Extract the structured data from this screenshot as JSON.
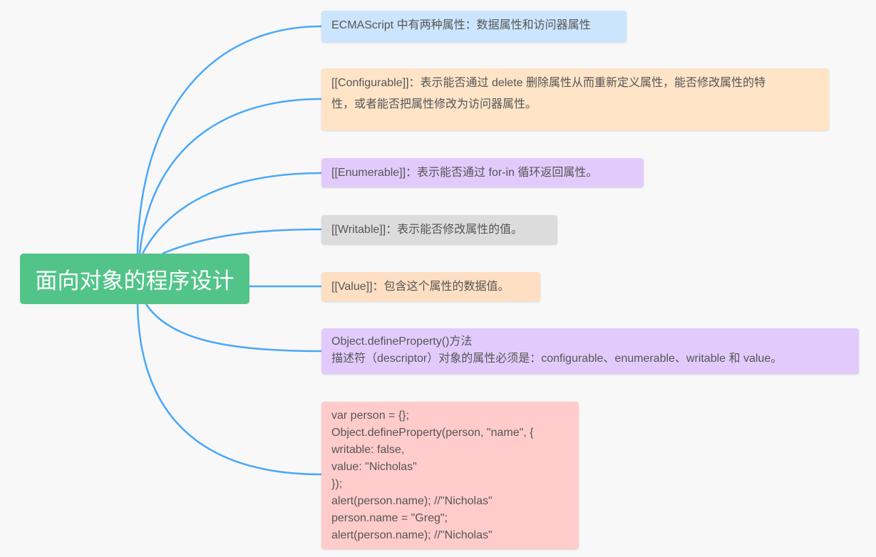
{
  "root": {
    "label": "面向对象的程序设计",
    "color": "#52c48a"
  },
  "link_color": "#4aa8f8",
  "nodes": [
    {
      "lines": [
        "ECMAScript 中有两种属性：数据属性和访问器属性"
      ],
      "color": "#cce5ff"
    },
    {
      "lines": [
        "[[Configurable]]：表示能否通过 delete 删除属性从而重新定义属性，能否修改属性的特",
        "性，或者能否把属性修改为访问器属性。"
      ],
      "color": "#ffe4c8"
    },
    {
      "lines": [
        "[[Enumerable]]：表示能否通过 for-in 循环返回属性。"
      ],
      "color": "#e2cbfc"
    },
    {
      "lines": [
        "[[Writable]]：表示能否修改属性的值。"
      ],
      "color": "#dcdcdc"
    },
    {
      "lines": [
        "[[Value]]：包含这个属性的数据值。"
      ],
      "color": "#ffdfc4"
    },
    {
      "lines": [
        "Object.defineProperty()方法",
        "描述符（descriptor）对象的属性必须是：configurable、enumerable、writable 和 value。"
      ],
      "color": "#e2cbfc"
    },
    {
      "lines": [
        "var person = {};",
        "Object.defineProperty(person, \"name\", {",
        "writable: false,",
        "value: \"Nicholas\"",
        "});",
        "alert(person.name); //\"Nicholas\"",
        "person.name = \"Greg\";",
        "alert(person.name); //\"Nicholas\""
      ],
      "color": "#ffcccb"
    }
  ]
}
